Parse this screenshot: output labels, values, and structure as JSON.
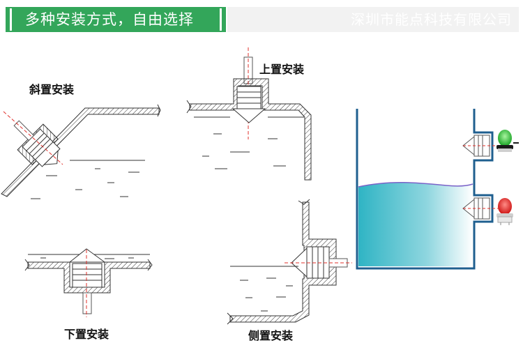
{
  "header": {
    "title": "多种安装方式，自由选择",
    "company": "深圳市能点科技有限公司"
  },
  "labels": {
    "slant": "斜置安装",
    "top": "上置安装",
    "bottom": "下置安装",
    "side": "侧置安装"
  },
  "colors": {
    "brand_green": "#33a65a",
    "tank_outline": "#1f5f8f",
    "liquid": "#37b9c8",
    "indicator_red_line": "#e0302b",
    "alarm_green": "#1fbf2e",
    "alarm_red": "#e01b1b"
  }
}
